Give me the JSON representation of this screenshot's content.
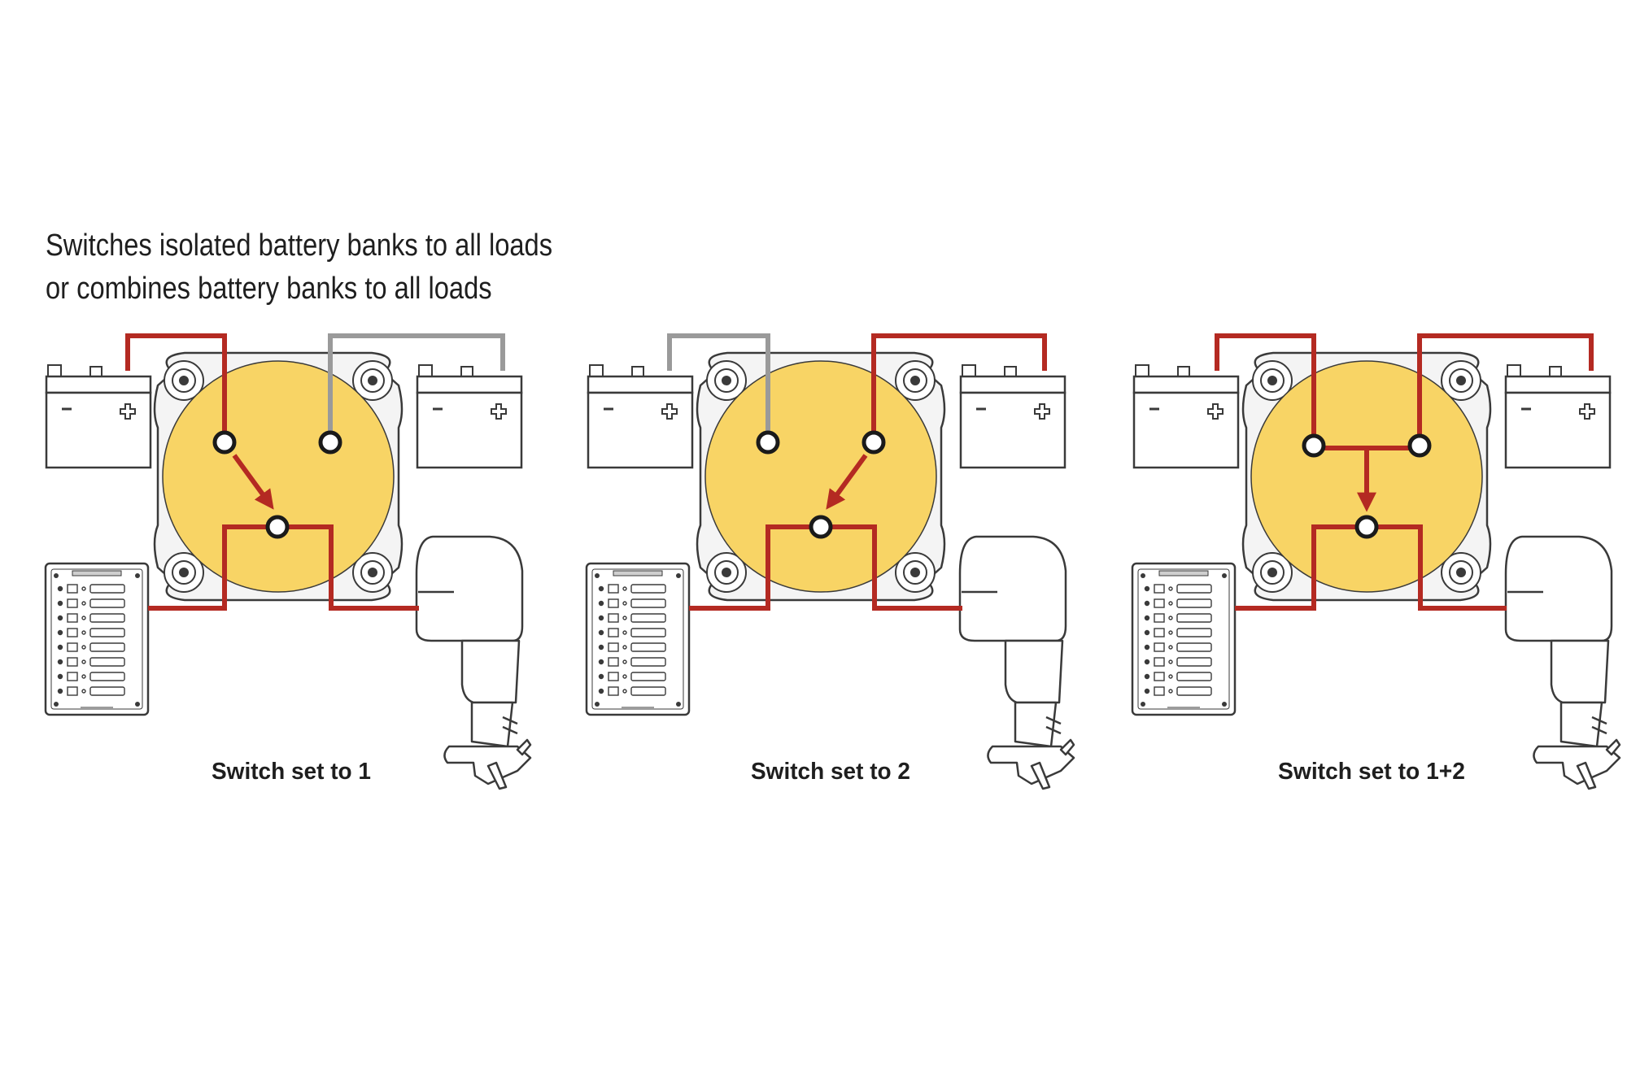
{
  "headline": {
    "line1": "Switches isolated battery banks to all loads",
    "line2": "or combines battery banks to all loads"
  },
  "panels": [
    {
      "id": "switch-1",
      "caption": "Switch set to 1",
      "battery1": "active",
      "battery2": "inactive"
    },
    {
      "id": "switch-2",
      "caption": "Switch set to 2",
      "battery1": "inactive",
      "battery2": "active"
    },
    {
      "id": "switch-1-2",
      "caption": "Switch set to 1+2",
      "battery1": "active",
      "battery2": "active"
    }
  ],
  "colors": {
    "active_wire": "#b42a22",
    "inactive_wire": "#9a9a9a",
    "switch_face": "#f8d465",
    "outline": "#3a3a3a"
  }
}
